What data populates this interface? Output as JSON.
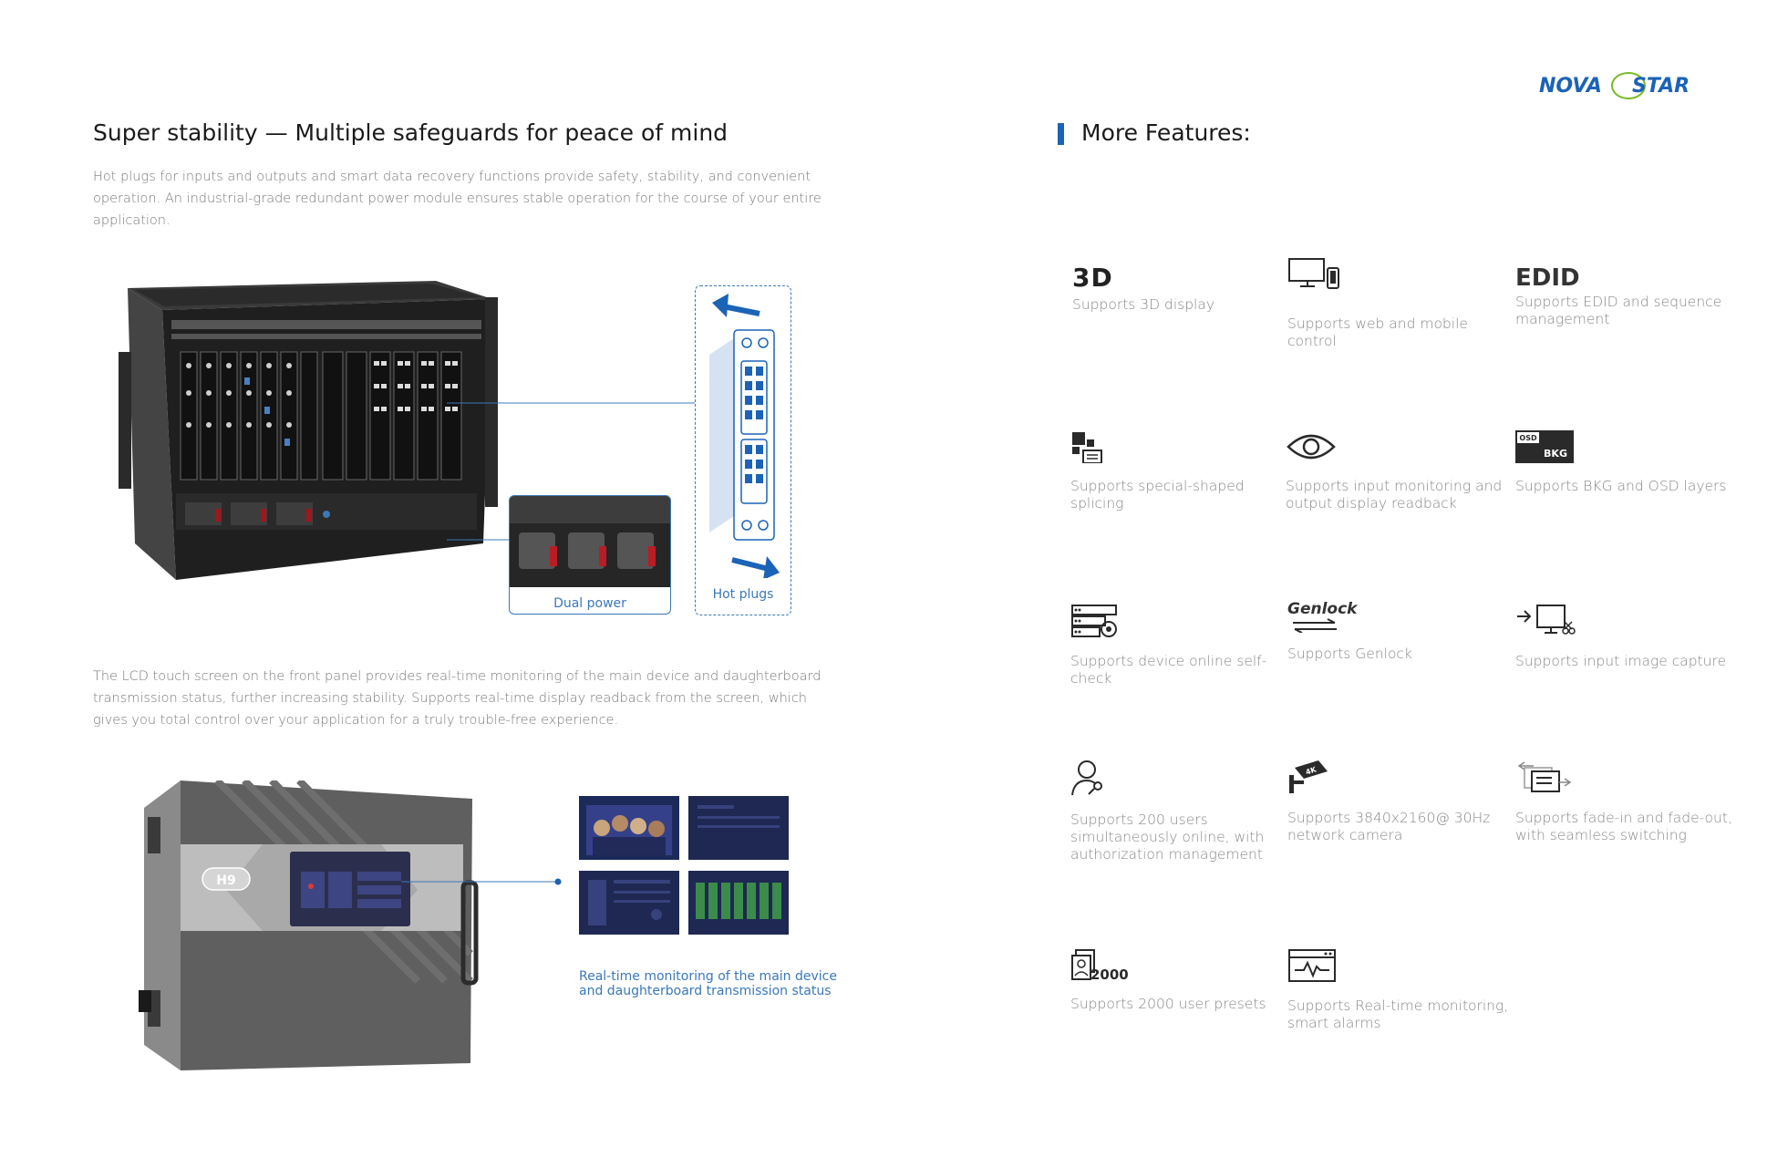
{
  "left": {
    "heading": "Super stability — Multiple safeguards for peace of mind",
    "paragraph1": "Hot plugs for inputs and outputs and smart data recovery functions provide safety, stability, and convenient operation. An industrial-grade redundant power module ensures stable operation for the course of your entire application.",
    "callout_dual_power": "Dual power",
    "callout_hot_plugs": "Hot plugs",
    "paragraph2": "The LCD touch screen on the front panel provides real-time monitoring of the main device and daughterboard transmission status, further increasing stability. Supports real-time display readback from the screen, which gives you total control over your application for a truly trouble-free experience.",
    "screen_caption": "Real-time monitoring of the main device and daughterboard transmission status",
    "device_badge": "H9"
  },
  "right": {
    "logo_part1": "NOVA",
    "logo_part2": "STAR",
    "title": "More Features",
    "title_colon": ":",
    "features": [
      {
        "icon": "3d-icon",
        "icon_text": "3D",
        "text": "Supports 3D display"
      },
      {
        "icon": "devices-icon",
        "text": "Supports web and mobile control"
      },
      {
        "icon": "edid-icon",
        "icon_text": "EDID",
        "text": "Supports EDID and sequence management"
      },
      {
        "icon": "splicing-icon",
        "text": "Supports special-shaped splicing"
      },
      {
        "icon": "eye-icon",
        "text": "Supports input monitoring and output display readback"
      },
      {
        "icon": "osd-bkg-icon",
        "icon_text_osd": "OSD",
        "icon_text_bkg": "BKG",
        "text": "Supports BKG and OSD layers"
      },
      {
        "icon": "self-check-icon",
        "text": "Supports device online self-check"
      },
      {
        "icon": "genlock-icon",
        "icon_text": "Genlock",
        "text": "Supports Genlock"
      },
      {
        "icon": "image-capture-icon",
        "text": "Supports input image capture"
      },
      {
        "icon": "user-key-icon",
        "text": "Supports 200 users simultaneously online, with authorization management"
      },
      {
        "icon": "network-camera-icon",
        "icon_text": "4K",
        "text": "Supports 3840x2160@ 30Hz network camera"
      },
      {
        "icon": "fade-switch-icon",
        "text": "Supports fade-in and fade-out, with seamless switching"
      },
      {
        "icon": "presets-icon",
        "icon_text": "2000",
        "text": "Supports 2000 user presets"
      },
      {
        "icon": "monitoring-alarm-icon",
        "text": "Supports Real-time monitoring, smart alarms"
      }
    ]
  },
  "colors": {
    "accent_blue": "#1b63b6",
    "callout_blue": "#3b78b8",
    "text_gray": "#7a7a7a",
    "logo_green": "#7ab929"
  }
}
